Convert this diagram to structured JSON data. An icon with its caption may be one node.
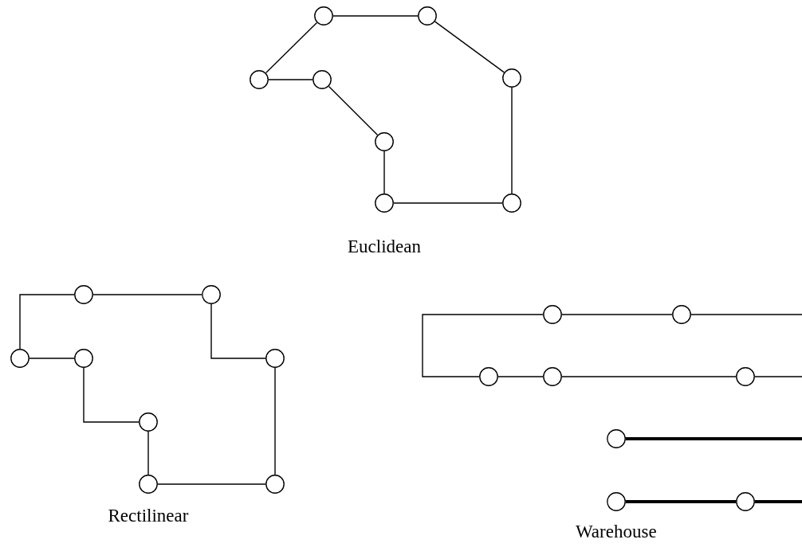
{
  "diagram": {
    "nodes": [
      {
        "text": [],
        "shape": "circle"
      },
      {
        "text": [],
        "shape": "circle"
      },
      {
        "text": [],
        "shape": "circle"
      },
      {
        "text": [],
        "shape": "circle"
      },
      {
        "text": [],
        "shape": "circle"
      },
      {
        "text": [],
        "shape": "circle"
      },
      {
        "text": [],
        "shape": "circle"
      },
      {
        "text": [],
        "shape": "circle"
      },
      {
        "text": [],
        "shape": "circle"
      },
      {
        "text": [],
        "shape": "circle"
      },
      {
        "text": [],
        "shape": "circle"
      },
      {
        "text": [],
        "shape": "circle"
      },
      {
        "text": [],
        "shape": "circle"
      },
      {
        "text": [],
        "shape": "circle"
      },
      {
        "text": [],
        "shape": "circle"
      },
      {
        "text": [],
        "shape": "circle"
      },
      {
        "text": [],
        "shape": "circle"
      },
      {
        "text": [],
        "shape": "circle"
      },
      {
        "text": [],
        "shape": "circle"
      },
      {
        "text": [],
        "shape": "circle"
      },
      {
        "text": [],
        "shape": "circle"
      },
      {
        "text": [],
        "shape": "circle"
      },
      {
        "text": [],
        "shape": "circle"
      },
      {
        "text": [],
        "shape": "circle"
      }
    ],
    "edges": [
      {
        "from": 0,
        "to": 1,
        "arrow": "none"
      },
      {
        "from": 1,
        "to": 4,
        "arrow": "none"
      },
      {
        "from": 4,
        "to": 7,
        "arrow": "none"
      },
      {
        "from": 7,
        "to": 6,
        "arrow": "none"
      },
      {
        "from": 6,
        "to": 5,
        "arrow": "none"
      },
      {
        "from": 5,
        "to": 3,
        "arrow": "none"
      },
      {
        "from": 3,
        "to": 2,
        "arrow": "none"
      },
      {
        "from": 2,
        "to": 0,
        "arrow": "none"
      },
      {
        "from": 8,
        "to": 9,
        "arrow": "none"
      },
      {
        "from": 9,
        "to": 12,
        "arrow": "none"
      },
      {
        "from": 12,
        "to": 15,
        "arrow": "none"
      },
      {
        "from": 15,
        "to": 14,
        "arrow": "none"
      },
      {
        "from": 14,
        "to": 13,
        "arrow": "none"
      },
      {
        "from": 13,
        "to": 11,
        "arrow": "none"
      },
      {
        "from": 11,
        "to": 10,
        "arrow": "none"
      },
      {
        "from": 10,
        "to": 8,
        "arrow": "none"
      },
      {
        "from": 16,
        "to": 17,
        "arrow": "none"
      },
      {
        "from": 17,
        "to": null,
        "arrow": "none"
      },
      {
        "from": 16,
        "to": 18,
        "arrow": "none"
      },
      {
        "from": 18,
        "to": 19,
        "arrow": "none"
      },
      {
        "from": 19,
        "to": 20,
        "arrow": "none"
      },
      {
        "from": 20,
        "to": null,
        "arrow": "none"
      },
      {
        "from": 21,
        "to": null,
        "arrow": "none",
        "style": "thick"
      },
      {
        "from": 22,
        "to": 23,
        "arrow": "none",
        "style": "thick"
      },
      {
        "from": 23,
        "to": null,
        "arrow": "none",
        "style": "thick"
      }
    ],
    "labels": [
      "Euclidean",
      "Rectilinear",
      "Warehouse"
    ]
  }
}
